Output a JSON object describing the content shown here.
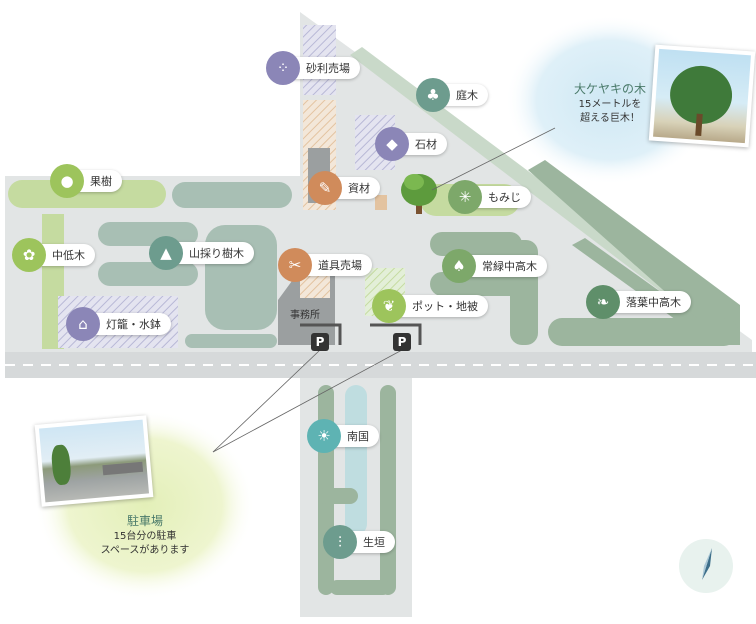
{
  "colors": {
    "road_gray": "#d9dcdd",
    "zone_green": "#7fa58a",
    "zone_teal": "#8aa9a0",
    "zone_light_green": "#c5dba0",
    "hatch_purple": "#b8b8d6",
    "hatch_orange": "#e3c3a0",
    "icon_purple": "#8b86b7",
    "icon_green": "#7da86a",
    "icon_teal": "#6d9c8e",
    "icon_orange": "#d08b5b",
    "icon_lime": "#9dc45c",
    "icon_deep_green": "#5f8f6a",
    "icon_cyan": "#5eb3b3"
  },
  "labels": {
    "gravel": "砂利売場",
    "garden_tree": "庭木",
    "stone": "石材",
    "materials": "資材",
    "maple": "もみじ",
    "fruit_tree": "果樹",
    "mid_low_tree": "中低木",
    "mountain_tree": "山採り樹木",
    "tools": "道具売場",
    "evergreen": "常緑中高木",
    "lantern": "灯籠・水鉢",
    "pot": "ポット・地被",
    "deciduous": "落葉中高木",
    "office": "事務所",
    "southern": "南国",
    "hedge": "生垣",
    "parking_symbol": "P"
  },
  "icons": {
    "gravel": "gravel-icon",
    "garden_tree": "pine-tree-icon",
    "stone": "stone-icon",
    "materials": "pencil-icon",
    "maple": "maple-leaf-icon",
    "fruit_tree": "lemon-icon",
    "mid_low_tree": "shrub-icon",
    "mountain_tree": "mountain-tree-icon",
    "tools": "scissors-icon",
    "evergreen": "tree-icon",
    "lantern": "lantern-icon",
    "pot": "potted-plant-icon",
    "deciduous": "leaf-icon",
    "southern": "palm-tree-icon",
    "hedge": "hedge-icon",
    "compass": "compass-icon"
  },
  "callouts": {
    "big_tree": {
      "title": "大ケヤキの木",
      "line1": "15メートルを",
      "line2": "超える巨木！"
    },
    "parking": {
      "title": "駐車場",
      "line1": "15台分の駐車",
      "line2": "スペースがあります"
    }
  }
}
